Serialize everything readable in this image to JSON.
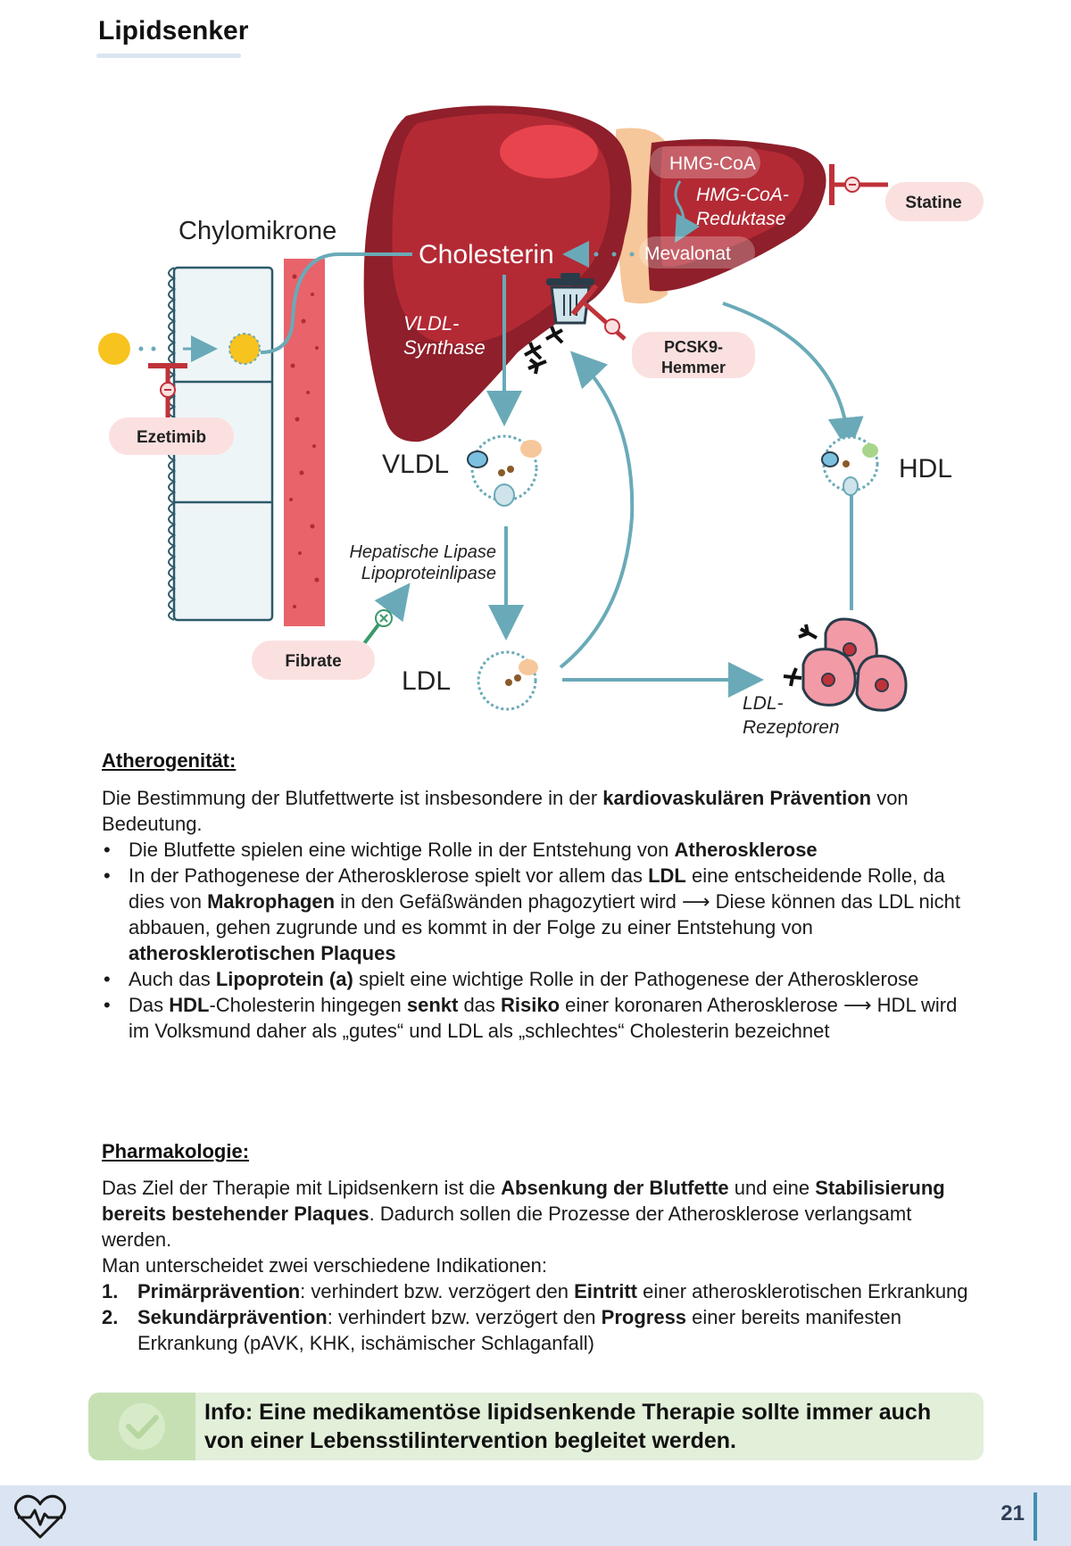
{
  "page": {
    "title": "Lipidsenker",
    "number": "21"
  },
  "diagram": {
    "chylomikrone": "Chylomikrone",
    "cholesterin": "Cholesterin",
    "hmg_coa": "HMG-CoA",
    "hmg_coa_reduktase_1": "HMG-CoA-",
    "hmg_coa_reduktase_2": "Reduktase",
    "mevalonat": "Mevalonat",
    "vldl_synthase_1": "VLDL-",
    "vldl_synthase_2": "Synthase",
    "vldl": "VLDL",
    "hdl": "HDL",
    "ldl": "LDL",
    "hepatische_lipase": "Hepatische Lipase",
    "lipoproteinlipase": "Lipoproteinlipase",
    "ldl_rezeptoren_1": "LDL-",
    "ldl_rezeptoren_2": "Rezeptoren",
    "drug_statine": "Statine",
    "drug_ezetimib": "Ezetimib",
    "drug_fibrate": "Fibrate",
    "drug_pcsk9_1": "PCSK9-",
    "drug_pcsk9_2": "Hemmer",
    "colors": {
      "liver_dark": "#8f1f2a",
      "liver_light": "#b32a35",
      "teal": "#6aaab8",
      "pill_pink": "#fbe0e0",
      "inhibitor_red": "#c0323a",
      "fibrate_green": "#3a9a6a",
      "vessel": "#e8636a",
      "gold": "#f7c31e"
    }
  },
  "atherogenitaet": {
    "heading": "Atherogenität:",
    "intro": [
      {
        "t": "Die Bestimmung der Blutfettwerte ist insbesondere in der ",
        "b": false
      },
      {
        "t": "kardiovaskulären Prävention",
        "b": true
      },
      {
        "t": " von Bedeutung.",
        "b": false
      }
    ],
    "bullets": [
      [
        {
          "t": "Die Blutfette spielen eine wichtige Rolle in der Entstehung von ",
          "b": false
        },
        {
          "t": "Atherosklerose",
          "b": true
        }
      ],
      [
        {
          "t": "In der Pathogenese der Atherosklerose spielt vor allem das ",
          "b": false
        },
        {
          "t": "LDL",
          "b": true
        },
        {
          "t": " eine entscheidende Rolle, da dies von ",
          "b": false
        },
        {
          "t": "Makrophagen",
          "b": true
        },
        {
          "t": " in den Gefäßwänden phagozytiert wird ⟶ Diese können das LDL nicht abbauen, gehen zugrunde und es kommt in der Folge zu einer Entstehung von ",
          "b": false
        },
        {
          "t": "atherosklerotischen Plaques",
          "b": true
        }
      ],
      [
        {
          "t": "Auch das ",
          "b": false
        },
        {
          "t": "Lipoprotein (a)",
          "b": true
        },
        {
          "t": " spielt eine wichtige Rolle in der Pathogenese der Atherosklerose",
          "b": false
        }
      ],
      [
        {
          "t": "Das ",
          "b": false
        },
        {
          "t": "HDL",
          "b": true
        },
        {
          "t": "-Cholesterin hingegen ",
          "b": false
        },
        {
          "t": "senkt",
          "b": true
        },
        {
          "t": " das ",
          "b": false
        },
        {
          "t": "Risiko",
          "b": true
        },
        {
          "t": " einer koronaren Atherosklerose ⟶ HDL wird im Volksmund daher als „gutes“ und LDL als „schlechtes“ Cholesterin bezeichnet",
          "b": false
        }
      ]
    ]
  },
  "pharmakologie": {
    "heading": "Pharmakologie:",
    "intro": [
      {
        "t": "Das Ziel der Therapie mit Lipidsenkern ist die ",
        "b": false
      },
      {
        "t": "Absenkung der Blutfette",
        "b": true
      },
      {
        "t": " und eine ",
        "b": false
      },
      {
        "t": "Stabilisierung bereits bestehender Plaques",
        "b": true
      },
      {
        "t": ". Dadurch sollen die Prozesse der Atherosklerose verlangsamt werden.",
        "b": false
      }
    ],
    "intro2": "Man unterscheidet zwei verschiedene Indikationen:",
    "items": [
      {
        "num": "1.",
        "parts": [
          {
            "t": "Primärprävention",
            "b": true
          },
          {
            "t": ": verhindert bzw. verzögert den ",
            "b": false
          },
          {
            "t": "Eintritt",
            "b": true
          },
          {
            "t": " einer atherosklerotischen Erkrankung",
            "b": false
          }
        ]
      },
      {
        "num": "2.",
        "parts": [
          {
            "t": "Sekundärprävention",
            "b": true
          },
          {
            "t": ": verhindert bzw. verzögert den ",
            "b": false
          },
          {
            "t": "Progress",
            "b": true
          },
          {
            "t": " einer bereits manifesten Erkrankung (pAVK, KHK, ischämischer Schlaganfall)",
            "b": false
          }
        ]
      }
    ]
  },
  "info": {
    "icon": "checkmark-icon",
    "text": "Info: Eine medikamentöse lipidsenkende Therapie sollte immer auch von einer Lebensstilintervention begleitet werden."
  },
  "footer": {
    "logo_icon": "heart-pulse-icon"
  }
}
